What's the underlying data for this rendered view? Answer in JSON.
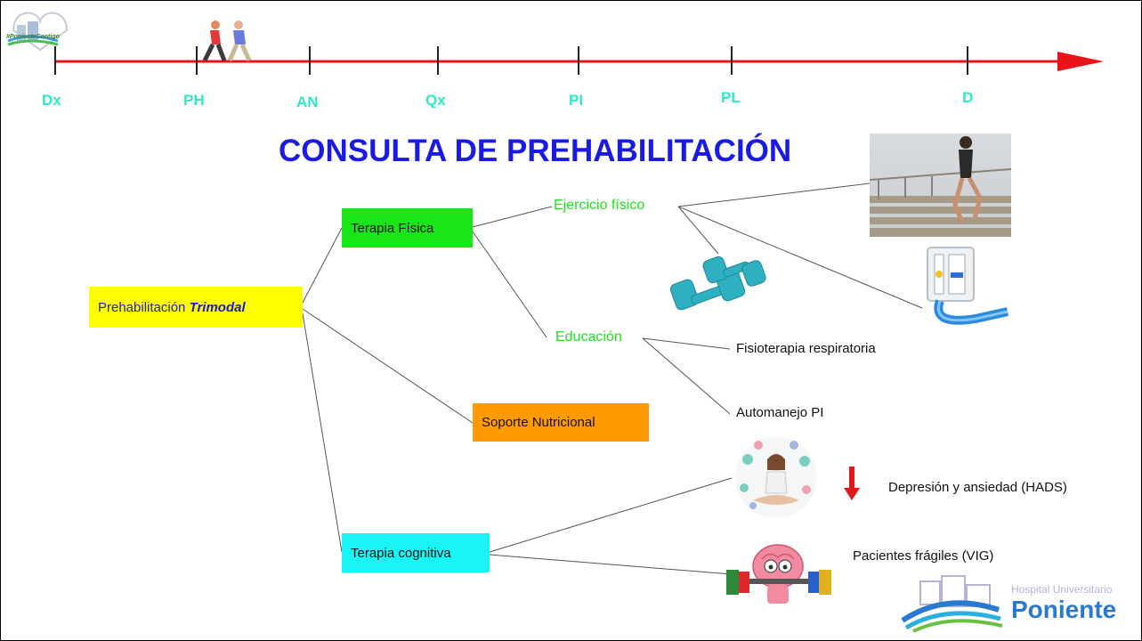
{
  "timeline": {
    "labels": [
      "Dx",
      "PH",
      "AN",
      "Qx",
      "PI",
      "PL",
      "D"
    ],
    "line_color": "#e8141a",
    "label_color": "#2ee8c8"
  },
  "title": "CONSULTA DE PREHABILITACIÓN",
  "nodes": {
    "root_prefix": "Prehabilitación ",
    "root_emph": "Trimodal",
    "terapia_fisica": "Terapia Física",
    "soporte_nutricional": "Soporte Nutricional",
    "terapia_cognitiva": "Terapia cognitiva",
    "ejercicio": "Ejercicio físico",
    "educacion": "Educación",
    "fisioterapia": "Fisioterapia respiratoria",
    "automanejo": "Automanejo PI",
    "depresion": "Depresión y ansiedad (HADS)",
    "fragiles": "Pacientes frágiles (VIG)"
  },
  "colors": {
    "root_fill": "#ffff00",
    "fisica_fill": "#19e619",
    "nutricional_fill": "#ff9a00",
    "cognitiva_fill": "#19f5f5",
    "title": "#1a1ae6",
    "green_text": "#19e619"
  },
  "logos": {
    "small_logo_text": "#PonienteContigo",
    "hospital_line1": "Hospital Universitario",
    "hospital_line2": "Poniente"
  },
  "icons": [
    "walking-people-icon",
    "stair-runner-photo",
    "dumbbells-icon",
    "incentive-spirometer-icon",
    "meditation-icon",
    "red-down-arrow-icon",
    "brain-lifting-icon"
  ]
}
